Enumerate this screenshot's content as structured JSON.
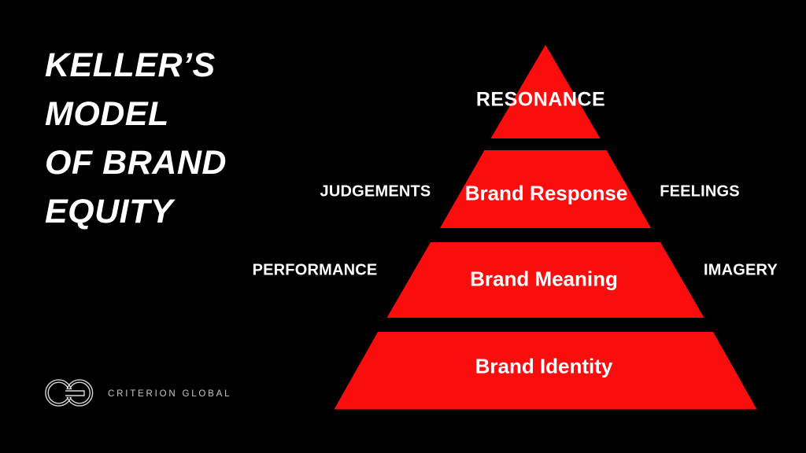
{
  "slide": {
    "title_lines": [
      "KELLER’S",
      "MODEL",
      "OF BRAND",
      "EQUITY"
    ]
  },
  "pyramid": {
    "tiers": [
      {
        "key": "resonance",
        "label": "RESONANCE"
      },
      {
        "key": "brand-response",
        "label": "Brand Response",
        "left_label": "JUDGEMENTS",
        "right_label": "FEELINGS"
      },
      {
        "key": "brand-meaning",
        "label": "Brand Meaning",
        "left_label": "PERFORMANCE",
        "right_label": "IMAGERY"
      },
      {
        "key": "brand-identity",
        "label": "Brand Identity"
      }
    ]
  },
  "footer": {
    "brand_name": "CRITERION GLOBAL",
    "logo_icon": "interlocking-cg-circles"
  },
  "colors": {
    "background": "#000000",
    "pyramid_red": "#fb0d0d",
    "text_white": "#ffffff",
    "logo_gray": "#d6d6d6"
  }
}
